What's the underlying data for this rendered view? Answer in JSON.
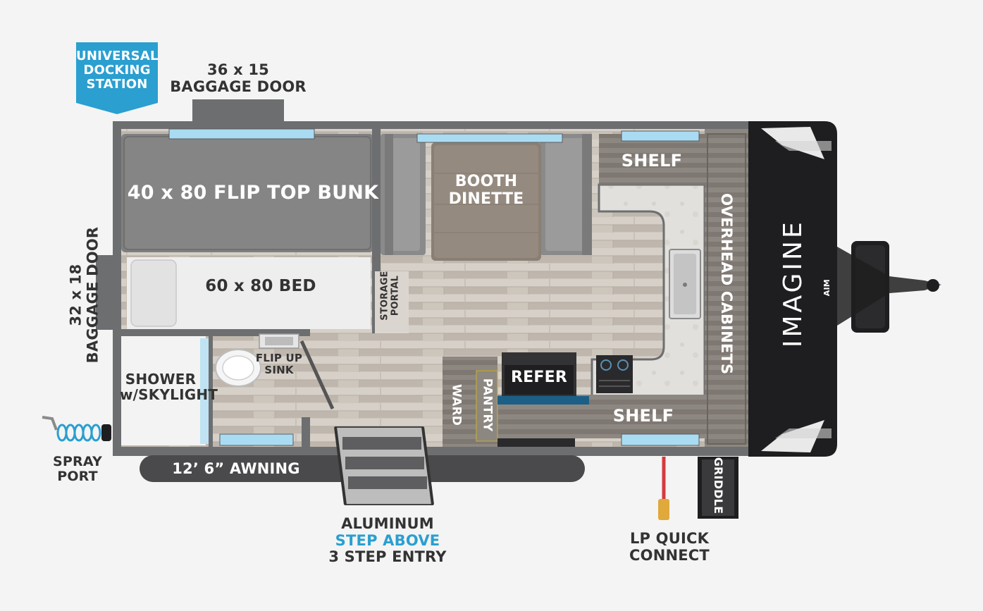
{
  "colors": {
    "background": "#f4f4f4",
    "wall": "#6d6e70",
    "floor_wood": "#c8c1b8",
    "bunk": "#7f7f80",
    "window": "#a9dcf2",
    "accent_blue": "#2a9fd0",
    "awning": "#4a4a4c",
    "front_cap": "#1e1e20",
    "lp_line": "#d43b3b"
  },
  "callouts": {
    "docking_station": [
      "UNIVERSAL",
      "DOCKING",
      "STATION"
    ],
    "baggage_door_top": [
      "36 x 15",
      "BAGGAGE DOOR"
    ],
    "baggage_door_left": [
      "32 x 18",
      "BAGGAGE DOOR"
    ],
    "spray_port": [
      "SPRAY",
      "PORT"
    ],
    "step_entry": {
      "line1": "ALUMINUM",
      "line2": "STEP ABOVE",
      "line3": "3 STEP ENTRY"
    },
    "lp_quick_connect": [
      "LP QUICK",
      "CONNECT"
    ],
    "griddle": "GRIDDLE"
  },
  "rooms": {
    "bunk": "40 x 80 FLIP TOP BUNK",
    "bed": "60 x 80 BED",
    "storage_portal": [
      "STORAGE",
      "PORTAL"
    ],
    "shower": [
      "SHOWER",
      "w/SKYLIGHT"
    ],
    "sink": [
      "FLIP UP",
      "SINK"
    ],
    "dinette": [
      "BOOTH",
      "DINETTE"
    ],
    "shelf_top": "SHELF",
    "shelf_bottom": "SHELF",
    "overhead_cabinets": "OVERHEAD CABINETS",
    "refer": "REFER",
    "pantry": "PANTRY",
    "ward": "WARD",
    "awning": "12’ 6” AWNING"
  },
  "branding": {
    "model": "IMAGINE",
    "series": "AIM"
  }
}
